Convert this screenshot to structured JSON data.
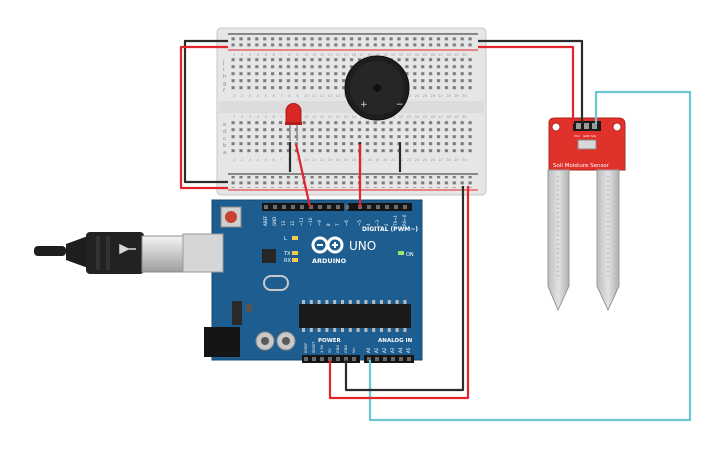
{
  "arduino": {
    "brand": "ARDUINO",
    "model": "UNO",
    "digital_label": "DIGITAL (PWM~)",
    "power_label": "POWER",
    "analog_label": "ANALOG IN",
    "on_label": "ON",
    "led_labels": [
      "L",
      "TX",
      "RX"
    ],
    "digital_pins": [
      "AREF",
      "GND",
      "13",
      "12",
      "~11",
      "~10",
      "~9",
      "8",
      "7",
      "~6",
      "~5",
      "4",
      "~3",
      "2",
      "TX→1",
      "RX←0"
    ],
    "power_pins": [
      "IOREF",
      "RESET",
      "3.3V",
      "5V",
      "GND",
      "GND",
      "Vin"
    ],
    "analog_pins": [
      "A0",
      "A1",
      "A2",
      "A3",
      "A4",
      "A5"
    ]
  },
  "breadboard": {
    "row_letters_top": [
      "j",
      "i",
      "h",
      "g",
      "f"
    ],
    "row_letters_bottom": [
      "e",
      "d",
      "c",
      "b",
      "a"
    ],
    "column_count": 30
  },
  "buzzer": {
    "plus": "+",
    "minus": "−"
  },
  "sensor": {
    "title": "Soil Moisture Sensor",
    "pins": [
      "VCC",
      "GND",
      "SIG"
    ]
  },
  "colors": {
    "red_wire": "#e3242b",
    "black_wire": "#2b2b2b",
    "teal_wire": "#6cc5d1",
    "board": "#1e5d8f",
    "sensor_board": "#e0312a",
    "breadboard": "#e9e9e9"
  }
}
